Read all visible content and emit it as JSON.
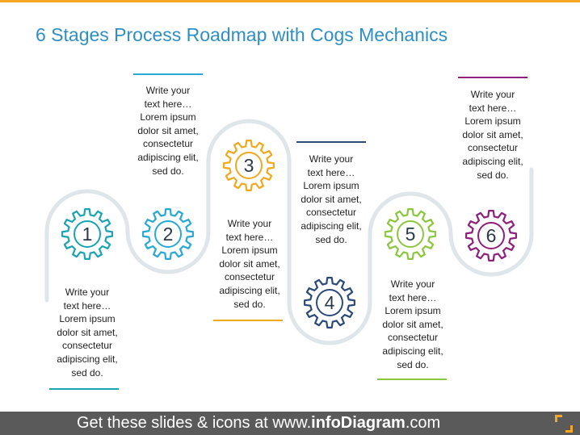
{
  "title": "6 Stages Process Roadmap with Cogs Mechanics",
  "colors": {
    "accent": "#f5a623",
    "title": "#2e8fc4",
    "track": "#dfe6ea",
    "footer_bg": "#5a5a5a"
  },
  "stages": [
    {
      "number": "1",
      "color": "#1aa3b3",
      "text_lines": [
        "Write your",
        "text here…",
        "Lorem ipsum",
        "dolor sit amet,",
        "consectetur",
        "adipiscing elit,",
        "sed do."
      ]
    },
    {
      "number": "2",
      "color": "#27a9d6",
      "text_lines": [
        "Write your",
        "text here…",
        "Lorem ipsum",
        "dolor sit amet,",
        "consectetur",
        "adipiscing elit,",
        "sed do."
      ]
    },
    {
      "number": "3",
      "color": "#f2a81d",
      "text_lines": [
        "Write your",
        "text here…",
        "Lorem ipsum",
        "dolor sit amet,",
        "consectetur",
        "adipiscing elit,",
        "sed do."
      ]
    },
    {
      "number": "4",
      "color": "#2b4a78",
      "text_lines": [
        "Write your",
        "text here…",
        "Lorem ipsum",
        "dolor sit amet,",
        "consectetur",
        "adipiscing elit,",
        "sed do."
      ]
    },
    {
      "number": "5",
      "color": "#8cc63f",
      "text_lines": [
        "Write your",
        "text here…",
        "Lorem ipsum",
        "dolor sit amet,",
        "consectetur",
        "adipiscing elit,",
        "sed do."
      ]
    },
    {
      "number": "6",
      "color": "#8e1f7a",
      "text_lines": [
        "Write your",
        "text here…",
        "Lorem ipsum",
        "dolor sit amet,",
        "consectetur",
        "adipiscing elit,",
        "sed do."
      ]
    }
  ],
  "footer": {
    "prefix": "Get these slides & icons at www.",
    "brand": "infoDiagram",
    "suffix": ".com"
  }
}
